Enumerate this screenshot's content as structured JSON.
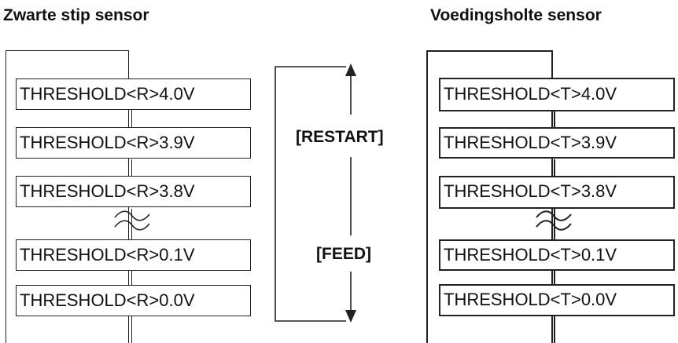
{
  "left_panel": {
    "title": "Zwarte stip sensor",
    "items": [
      "THRESHOLD<R>4.0V",
      "THRESHOLD<R>3.9V",
      "THRESHOLD<R>3.8V",
      "THRESHOLD<R>0.1V",
      "THRESHOLD<R>0.0V"
    ]
  },
  "right_panel": {
    "title": "Voedingsholte sensor",
    "items": [
      "THRESHOLD<T>4.0V",
      "THRESHOLD<T>3.9V",
      "THRESHOLD<T>3.8V",
      "THRESHOLD<T>0.1V",
      "THRESHOLD<T>0.0V"
    ]
  },
  "keys": {
    "up": "[RESTART]",
    "down": "[FEED]"
  },
  "icons": {
    "gap": "wave-break-icon",
    "up_arrow": "arrow-up-icon",
    "down_arrow": "arrow-down-icon"
  }
}
